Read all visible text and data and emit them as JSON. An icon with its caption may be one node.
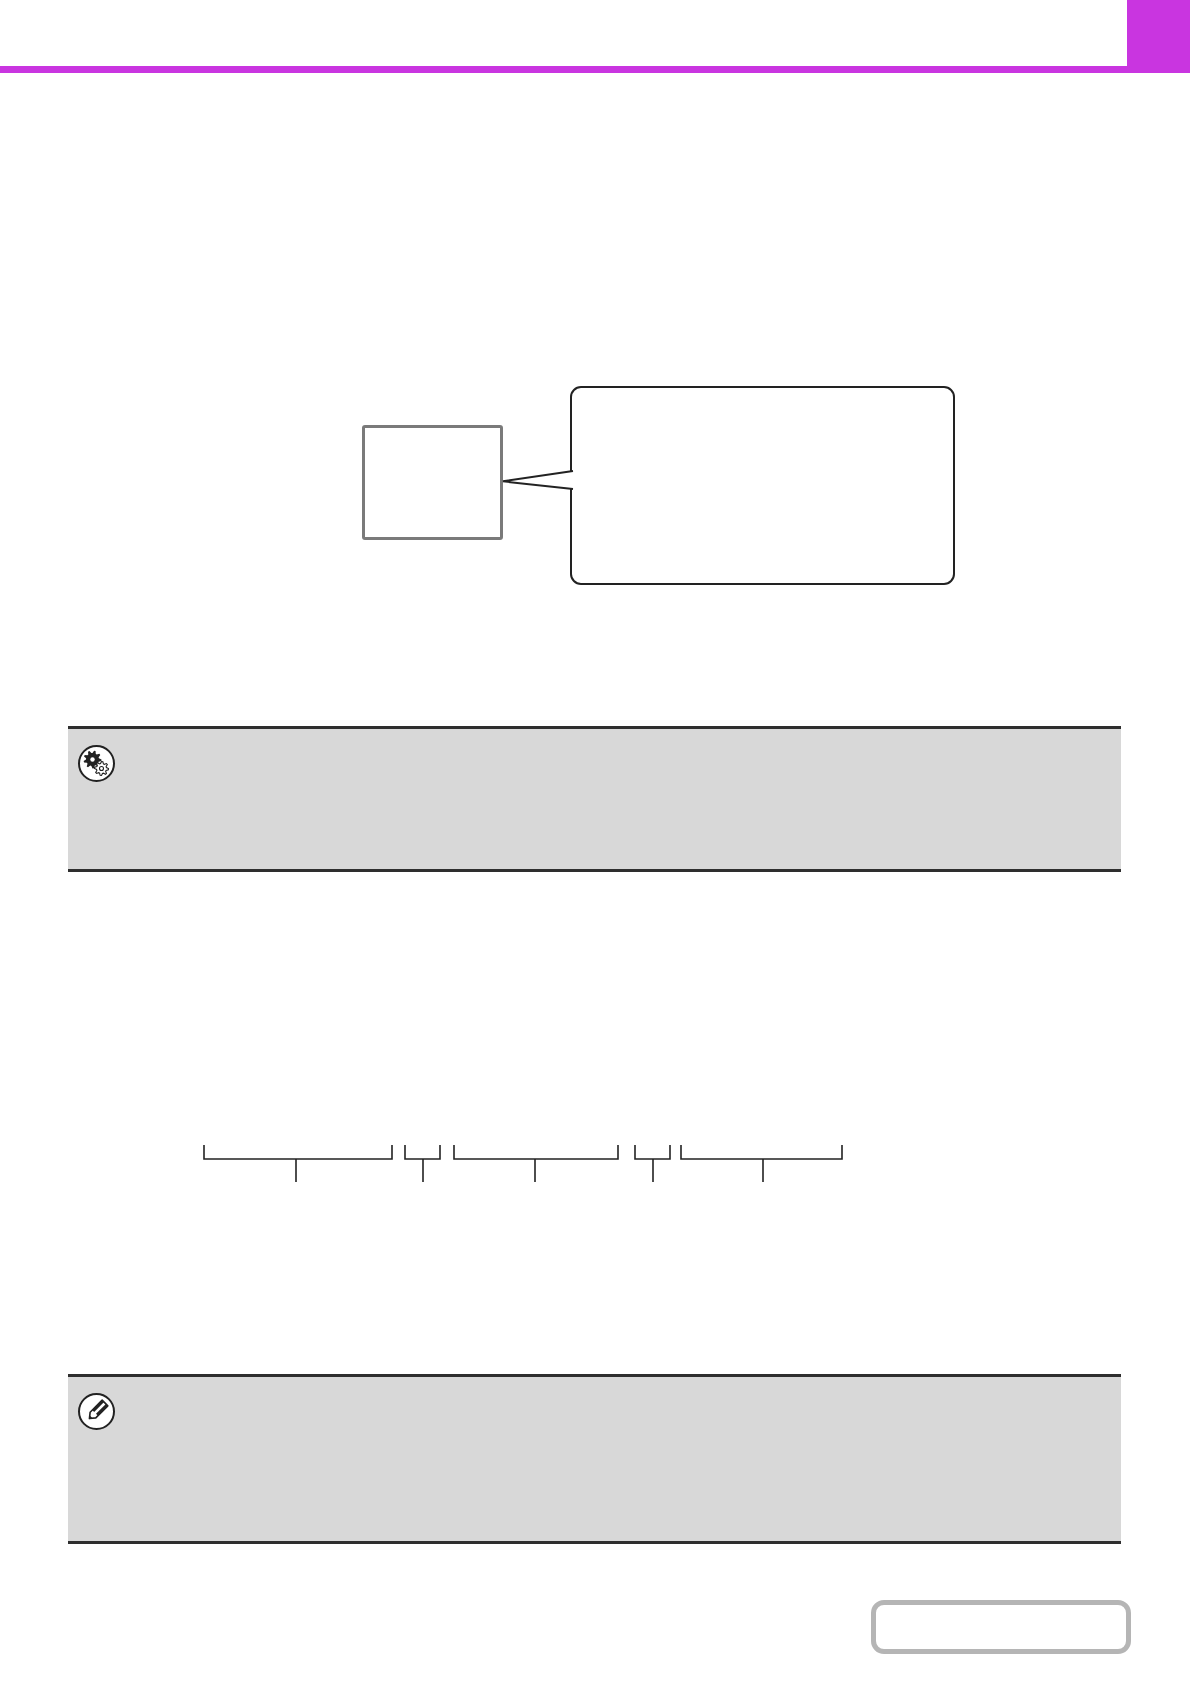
{
  "diagram": {
    "nodes": [
      {
        "text": [],
        "shape": "box"
      },
      {
        "text": [],
        "shape": "box"
      }
    ],
    "edges": [
      {
        "from": 1,
        "to": 0,
        "arrow": "none"
      }
    ]
  }
}
